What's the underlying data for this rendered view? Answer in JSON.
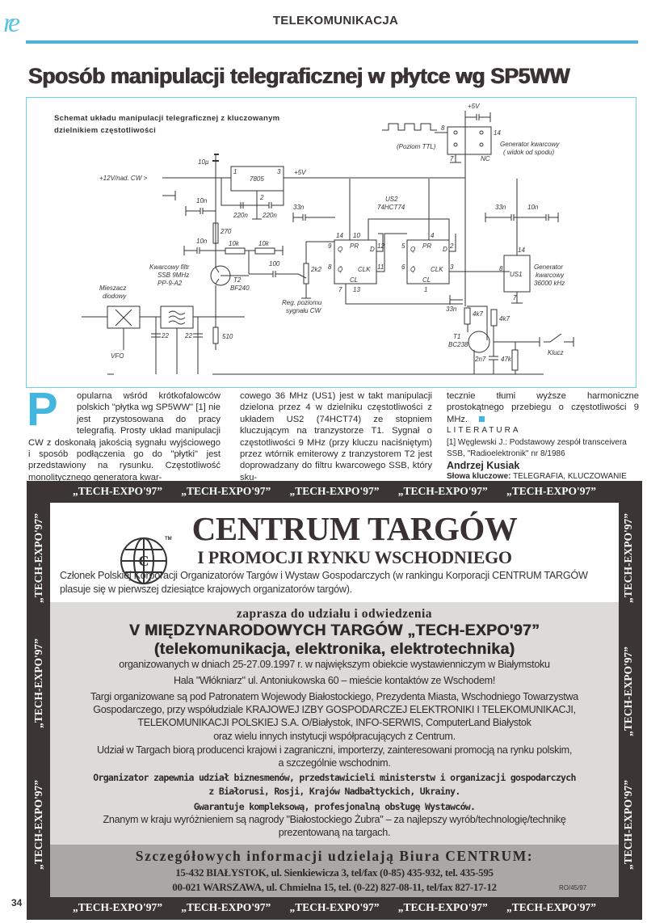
{
  "header": {
    "logo": "re",
    "section": "TELEKOMUNIKACJA"
  },
  "title": "Sposób manipulacji telegraficznej w płytce wg SP5WW",
  "schematic": {
    "caption_line1": "Schemat układu manipulacji telegraficznej z  kluczowanym",
    "caption_line2": "dzielnikiem częstotliwości",
    "labels": {
      "v12": "+12V/nad. CW >",
      "c10u": "10µ",
      "reg": "7805",
      "pin1": "1",
      "pin2": "2",
      "pin3": "3",
      "v5": "+5V",
      "v5top": "+5V",
      "c10n_a": "10n",
      "c220_a": "220n",
      "c220_b": "220n",
      "r270": "270",
      "c10n_b": "10n",
      "r10k_a": "10k",
      "r10k_b": "10k",
      "c100": "100",
      "t2": "T2",
      "t2type": "BF240",
      "pot": "2k2",
      "regpoz1": "Reg. poziomu",
      "regpoz2": "sygnału CW",
      "c33n_a": "33n",
      "us2": "US2",
      "us2type": "74HCT74",
      "ff_q": "Q",
      "ff_qn": "Q̄",
      "ff_pr": "PR",
      "ff_d": "D",
      "ff_clk": "CLK",
      "ff_cl": "CL",
      "p14": "14",
      "p10": "10",
      "p9": "9",
      "p12": "12",
      "p8": "8",
      "p11": "11",
      "p7": "7",
      "p13": "13",
      "p4": "4",
      "p5": "5",
      "p2": "2",
      "p6": "6",
      "p3": "3",
      "p1": "1",
      "us1": "US1",
      "us1_p14": "14",
      "us1_p8": "8",
      "us1_p7": "7",
      "gen1": "Generator",
      "gen2": "kwarcowy",
      "gen3": "36000 kHz",
      "c33n_b": "33n",
      "c10n_c": "10n",
      "ttl": "(Poziom  TTL)",
      "g_p8": "8",
      "g_p14": "14",
      "g_p7": "7",
      "g_nc": "NC",
      "gv1": "Generator kwarcowy",
      "gv2": "( widok od spodu)",
      "c33n_c": "33n",
      "r4k7_a": "4k7",
      "r4k7_b": "4k7",
      "t1": "T1",
      "t1type": "BC238",
      "c2n7": "2n7",
      "r47k": "47k",
      "klucz": "Klucz",
      "mix1": "Mieszacz",
      "mix2": "diodowy",
      "vfo": "VFO",
      "filt1": "Kwarcowy filtr",
      "filt2": "SSB 9MHz",
      "filt3": "PP-9-A2",
      "c22_a": "22",
      "c22_b": "22",
      "r510": "510"
    }
  },
  "article": {
    "dropcap": "P",
    "col1": "opularna wśród krótkofalowców polskich \"płytka wg SP5WW\" [1] nie jest przystosowana do pracy telegrafią. Prosty układ manipulacji CW z doskonałą jakością sygnału wyjściowego i sposób podłączenia go do \"płytki\" jest przedstawiony na rysunku. Częstotliwość monolitycznego generatora kwar-",
    "col2": "cowego 36 MHz (US1) jest w takt manipulacji dzielona przez 4 w dzielniku częstotliwości z układem US2 (74HCT74) ze stopniem kluczującym na tranzystorze T1. Sygnał o częstotliwości 9 MHz (przy kluczu naciśniętym) przez wtórnik emiterowy z tranzystorem T2 jest doprowadzany do filtru kwarcowego SSB, który sku-",
    "col3": "tecznie tłumi wyższe harmoniczne prostokątnego przebiegu o częstotliwości 9 MHz.",
    "literature_heading": "LITERATURA",
    "reference": "[1] Węglewski J.: Podstawowy zespół transceivera SSB, \"Radioelektronik\" nr 8/1986",
    "author": "Andrzej Kusiak",
    "keywords_label": "Słowa kluczowe:",
    "keywords": " TELEGRAFIA, KLUCZOWANIE"
  },
  "ad": {
    "frame_text": "„TECH-EXPO'97”",
    "logo_letter": "C",
    "logo_tm": "TM",
    "title": "CENTRUM TARGÓW",
    "subtitle": "I PROMOCJI RYNKU WSCHODNIEGO",
    "member": "Członek Polskiej Korporacji Organizatorów Targów i Wystaw Gospodarczych (w rankingu Korporacji CENTRUM TARGÓW plasuje się w pierwszej dziesiątce krajowych organizatorów targów).",
    "invite": "zaprasza do udziału i odwiedzenia",
    "event": "V MIĘDZYNARODOWYCH TARGÓW  „TECH-EXPO'97”",
    "topics": "(telekomunikacja, elektronika, elektrotechnika)",
    "dates": "organizowanych w dniach 25-27.09.1997 r. w największym obiekcie wystawienniczym w Białymstoku",
    "venue": "Hala \"Włókniarz\" ul. Antoniukowska 60 – mieście kontaktów ze Wschodem!",
    "patron1": "Targi organizowane są pod  Patronatem Wojewody Białostockiego, Prezydenta Miasta, Wschodniego Towarzystwa",
    "patron2": "Gospodarczego, przy współudziale KRAJOWEJ IZBY GOSPODARCZEJ ELEKTRONIKI I TELEKOMUNIKACJI,",
    "patron3": "TELEKOMUNIKACJI POLSKIEJ S.A. O/Białystok, INFO-SERWIS, ComputerLand Białystok",
    "patron4": "oraz wielu innych instytucji współpracujących z Centrum.",
    "participants1": "Udział w Targach biorą producenci krajowi i zagraniczni, importerzy, zainteresowani promocją na rynku polskim,",
    "participants2": "a szczególnie wschodnim.",
    "organizer1": "Organizator zapewnia udział biznesmenów, przedstawicieli ministerstw i organizacji gospodarczych",
    "organizer2": "z Białorusi, Rosji, Krajów Nadbałtyckich, Ukrainy.",
    "service": "Gwarantuje kompleksową, profesjonalną obsługę Wystawców.",
    "award1": "Znanym w kraju wyróżnieniem są nagrody \"Białostockiego Żubra\" – za najlepszy wyrób/technologię/technikę",
    "award2": "prezentowaną na targach.",
    "info": "Szczegółowych  informacji  udzielają  Biura  CENTRUM:",
    "addr1": "15-432 BIAŁYSTOK, ul. Sienkiewicza 3, tel/fax (0-85) 435-932, tel. 435-595",
    "addr2": "00-021 WARSZAWA, ul. Chmielna 15, tel. (0-22) 827-08-11, tel/fax 827-17-12",
    "code": "RO/45/97"
  },
  "page_number": "34",
  "colors": {
    "accent": "#42b6df",
    "ad_frame": "#3b3535",
    "ad_gray": "#dcdbd8",
    "ad_dark_gray": "#a9a8a6"
  }
}
